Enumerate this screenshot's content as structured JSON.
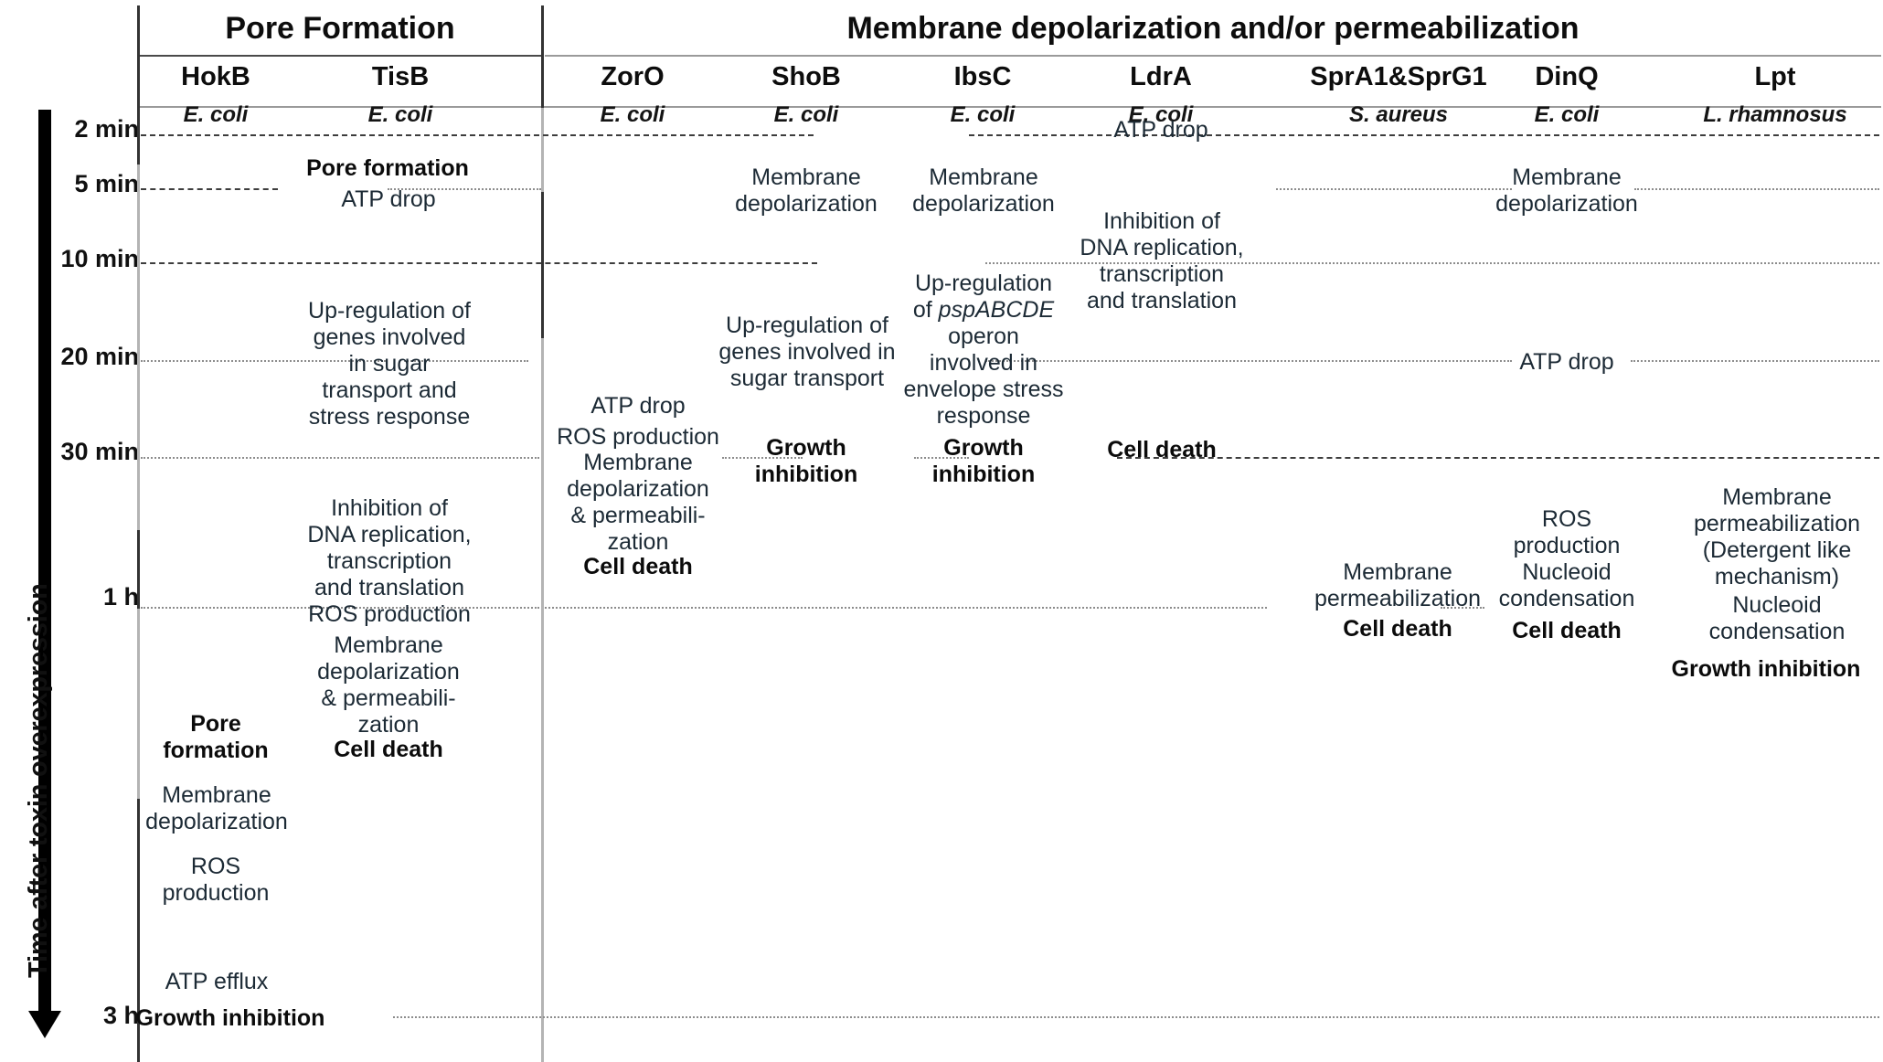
{
  "figure": {
    "y_axis_title": "Time after toxin overexpression",
    "group_headers": [
      {
        "label": "Pore Formation"
      },
      {
        "label": "Membrane depolarization and/or permeabilization"
      }
    ],
    "columns": [
      {
        "toxin": "HokB",
        "species": "E. coli"
      },
      {
        "toxin": "TisB",
        "species": "E. coli"
      },
      {
        "toxin": "ZorO",
        "species": "E. coli"
      },
      {
        "toxin": "ShoB",
        "species": "E. coli"
      },
      {
        "toxin": "IbsC",
        "species": "E. coli"
      },
      {
        "toxin": "LdrA",
        "species": "E. coli"
      },
      {
        "toxin": "SprA1&SprG1",
        "species": "S. aureus"
      },
      {
        "toxin": "DinQ",
        "species": "E. coli"
      },
      {
        "toxin": "Lpt",
        "species": "L. rhamnosus"
      }
    ],
    "time_ticks": [
      {
        "label": "2 min"
      },
      {
        "label": "5 min"
      },
      {
        "label": "10 min"
      },
      {
        "label": "20 min"
      },
      {
        "label": "30 min"
      },
      {
        "label": "1 h"
      },
      {
        "label": "3 h"
      }
    ],
    "events": {
      "hokb_pore_formation": "Pore\nformation",
      "hokb_membrane_depolarization": "Membrane\ndepolarization",
      "hokb_ros_production": "ROS\nproduction",
      "hokb_atp_efflux": "ATP efflux",
      "hokb_growth_inhibition": "Growth inhibition",
      "tisb_pore_formation": "Pore formation",
      "tisb_atp_drop": "ATP drop",
      "tisb_upregulation": "Up-regulation of\ngenes involved\nin sugar\ntransport and\nstress response",
      "tisb_inhibition": "Inhibition of\nDNA replication,\ntranscription\nand translation",
      "tisb_ros_production": "ROS production",
      "tisb_membrane": "Membrane\ndepolarization\n& permeabili-\nzation",
      "tisb_cell_death": "Cell death",
      "zoro_atp_drop": "ATP drop",
      "zoro_ros_production": "ROS production",
      "zoro_membrane": "Membrane\ndepolarization\n& permeabili-\nzation",
      "zoro_cell_death": "Cell death",
      "shob_membrane_depolarization": "Membrane\ndepolarization",
      "shob_upregulation": "Up-regulation of\ngenes involved in\nsugar transport",
      "shob_growth_inhibition": "Growth\ninhibition",
      "ibsc_membrane_depolarization": "Membrane\ndepolarization",
      "ibsc_upregulation_line1": "Up-regulation",
      "ibsc_upregulation_line2_pre": "of ",
      "ibsc_upregulation_operon": "pspABCDE",
      "ibsc_upregulation_rest": "operon\ninvolved in\nenvelope stress\nresponse",
      "ibsc_growth_inhibition": "Growth\ninhibition",
      "ldra_atp_drop": "ATP drop",
      "ldra_inhibition": "Inhibition of\nDNA replication,\ntranscription\nand translation",
      "ldra_cell_death": "Cell death",
      "spra1_membrane_permeabilization": "Membrane\npermeabilization",
      "spra1_cell_death": "Cell death",
      "dinq_membrane_depolarization": "Membrane\ndepolarization",
      "dinq_atp_drop": "ATP drop",
      "dinq_ros_production": "ROS\nproduction",
      "dinq_nucleoid_condensation": "Nucleoid\ncondensation",
      "dinq_cell_death": "Cell death",
      "lpt_membrane_permeabilization": "Membrane\npermeabilization\n(Detergent like\nmechanism)",
      "lpt_nucleoid_condensation": "Nucleoid\ncondensation",
      "lpt_growth_inhibition": "Growth inhibition"
    }
  }
}
